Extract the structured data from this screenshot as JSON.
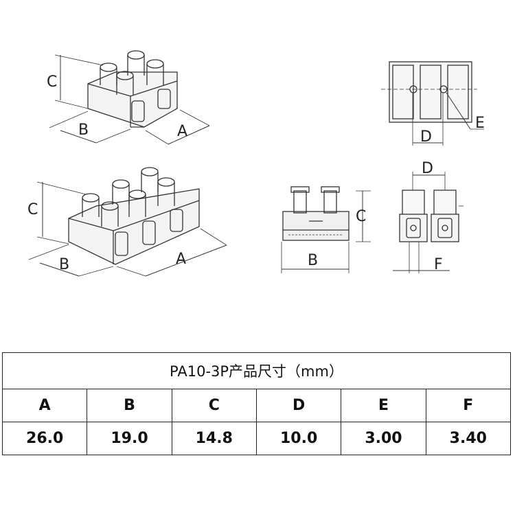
{
  "drawing_labels": {
    "iso_top": {
      "c": "C",
      "b": "B",
      "a": "A"
    },
    "iso_bottom": {
      "c": "C",
      "b": "B",
      "a": "A"
    },
    "top_view": {
      "d": "D",
      "e": "E"
    },
    "front_view": {
      "b": "B",
      "c": "C"
    },
    "side_view": {
      "d": "D",
      "f": "F"
    }
  },
  "table": {
    "title": "PA10-3P产品尺寸（mm）",
    "headers": [
      "A",
      "B",
      "C",
      "D",
      "E",
      "F"
    ],
    "values": [
      "26.0",
      "19.0",
      "14.8",
      "10.0",
      "3.00",
      "3.40"
    ]
  }
}
